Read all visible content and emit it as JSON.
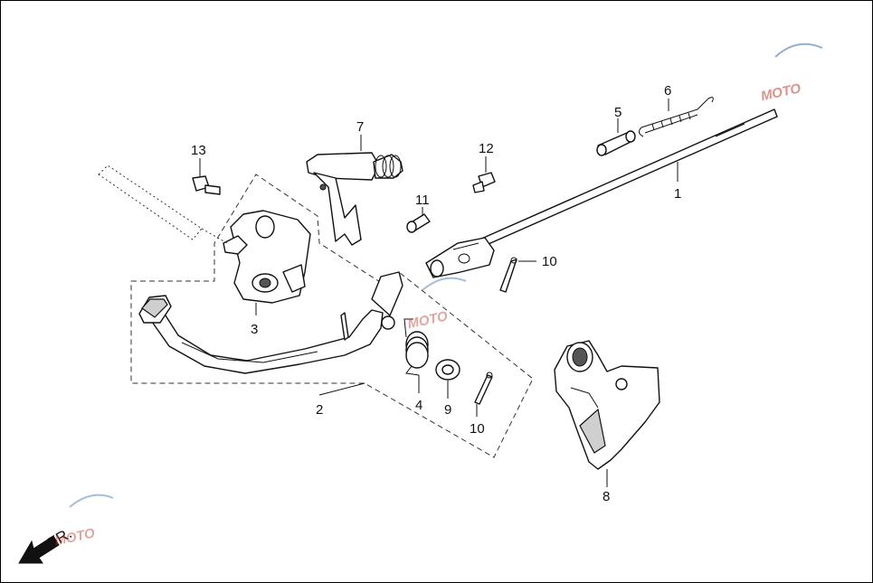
{
  "callouts": [
    {
      "id": "c1",
      "label": "1"
    },
    {
      "id": "c2",
      "label": "2"
    },
    {
      "id": "c3",
      "label": "3"
    },
    {
      "id": "c4",
      "label": "4"
    },
    {
      "id": "c5",
      "label": "5"
    },
    {
      "id": "c6",
      "label": "6"
    },
    {
      "id": "c7",
      "label": "7"
    },
    {
      "id": "c8",
      "label": "8"
    },
    {
      "id": "c9",
      "label": "9"
    },
    {
      "id": "c10a",
      "label": "10"
    },
    {
      "id": "c10b",
      "label": "10"
    },
    {
      "id": "c11",
      "label": "11"
    },
    {
      "id": "c12",
      "label": "12"
    },
    {
      "id": "c13",
      "label": "13"
    }
  ],
  "direction_marker": {
    "label": "FR."
  },
  "watermark": {
    "brand": "MOTO",
    "colors": {
      "primary": "#c0392b",
      "secondary": "#3a6fb0"
    }
  }
}
